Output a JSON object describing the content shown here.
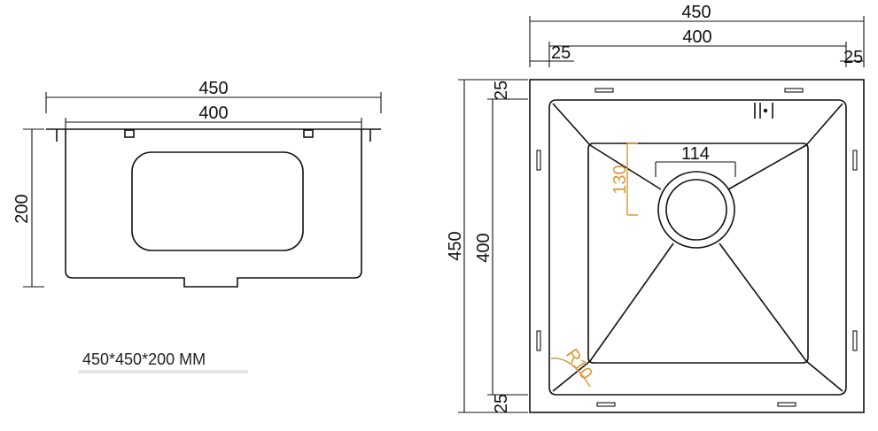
{
  "side_view": {
    "overall_width": "450",
    "inner_width": "400",
    "height": "200"
  },
  "top_view": {
    "overall_width": "450",
    "inner_width": "400",
    "left_margin": "25",
    "right_margin": "25",
    "overall_height": "450",
    "inner_height": "400",
    "top_margin": "25",
    "bottom_margin": "25",
    "drain_width": "114",
    "drain_offset": "130",
    "corner_radius": "R10"
  },
  "caption": "450*450*200 MM",
  "colors": {
    "line": "#111111",
    "annotation": "#d99a3a"
  }
}
